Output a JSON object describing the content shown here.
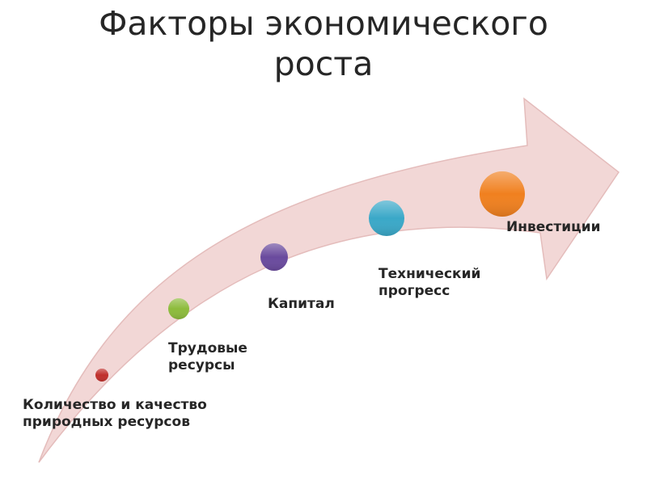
{
  "title": {
    "line1": "Факторы экономического",
    "line2": "роста"
  },
  "arrow": {
    "fill": "#f2d7d6",
    "stroke": "#e4bcbb"
  },
  "steps": [
    {
      "lines": [
        "Количество и качество",
        "природных ресурсов"
      ],
      "color": "#c0302c",
      "icon": "red-dot-icon"
    },
    {
      "lines": [
        "Трудовые",
        "ресурсы"
      ],
      "color": "#8dbb3c",
      "icon": "green-dot-icon"
    },
    {
      "lines": [
        "Капитал"
      ],
      "color": "#6a4a9e",
      "icon": "purple-dot-icon"
    },
    {
      "lines": [
        "Технический",
        "прогресс"
      ],
      "color": "#3aa8c8",
      "icon": "blue-dot-icon"
    },
    {
      "lines": [
        "Инвестиции"
      ],
      "color": "#f0801f",
      "icon": "orange-dot-icon"
    }
  ]
}
